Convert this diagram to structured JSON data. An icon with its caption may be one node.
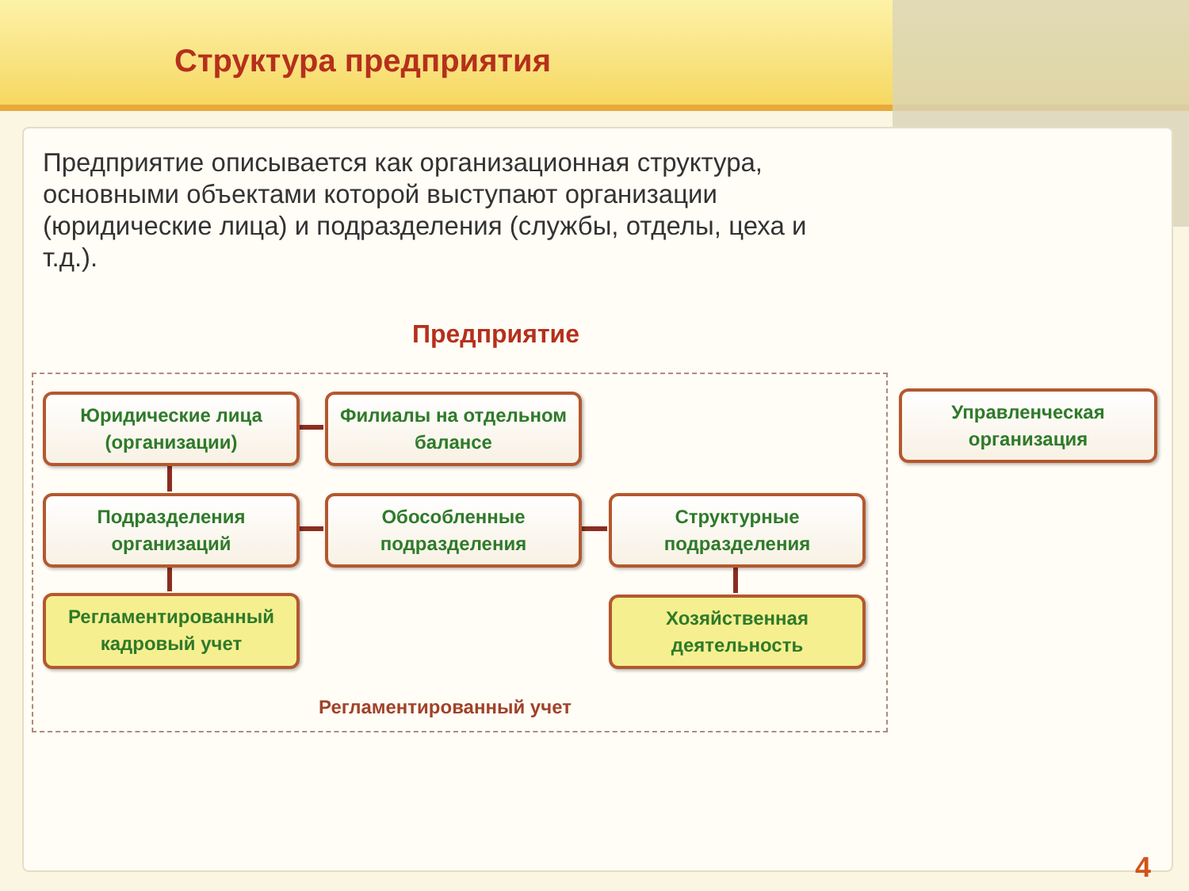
{
  "diagram": {
    "title": "Структура предприятия",
    "nodes": [
      {
        "text": [
          "Регламентированный учет"
        ]
      },
      {
        "text": [
          "Юридические лица (организации)"
        ],
        "in": 0
      },
      {
        "text": [
          "Филиалы на отдельном балансе"
        ],
        "in": 0
      },
      {
        "text": [
          "Управленческая организация"
        ]
      },
      {
        "text": [
          "Подразделения организаций"
        ],
        "in": 0
      },
      {
        "text": [
          "Обособленные подразделения"
        ],
        "in": 0
      },
      {
        "text": [
          "Структурные подразделения"
        ],
        "in": 0
      },
      {
        "text": [
          "Регламентированный кадровый учет"
        ],
        "in": 0
      },
      {
        "text": [
          "Хозяйственная деятельность"
        ],
        "in": 0
      }
    ],
    "edges": [
      {
        "from": 1,
        "to": 2,
        "arrow": "none"
      },
      {
        "from": 1,
        "to": 4,
        "arrow": "none"
      },
      {
        "from": 4,
        "to": 5,
        "arrow": "none"
      },
      {
        "from": 5,
        "to": 6,
        "arrow": "none"
      },
      {
        "from": 4,
        "to": 7,
        "arrow": "none"
      },
      {
        "from": 6,
        "to": 8,
        "arrow": "none"
      }
    ],
    "labels": [
      "Предприятие описывается как организационная структура, основными объектами которой выступают организации (юридические лица) и подразделения (службы, отделы, цеха и т.д.).",
      "Предприятие",
      "4"
    ]
  }
}
